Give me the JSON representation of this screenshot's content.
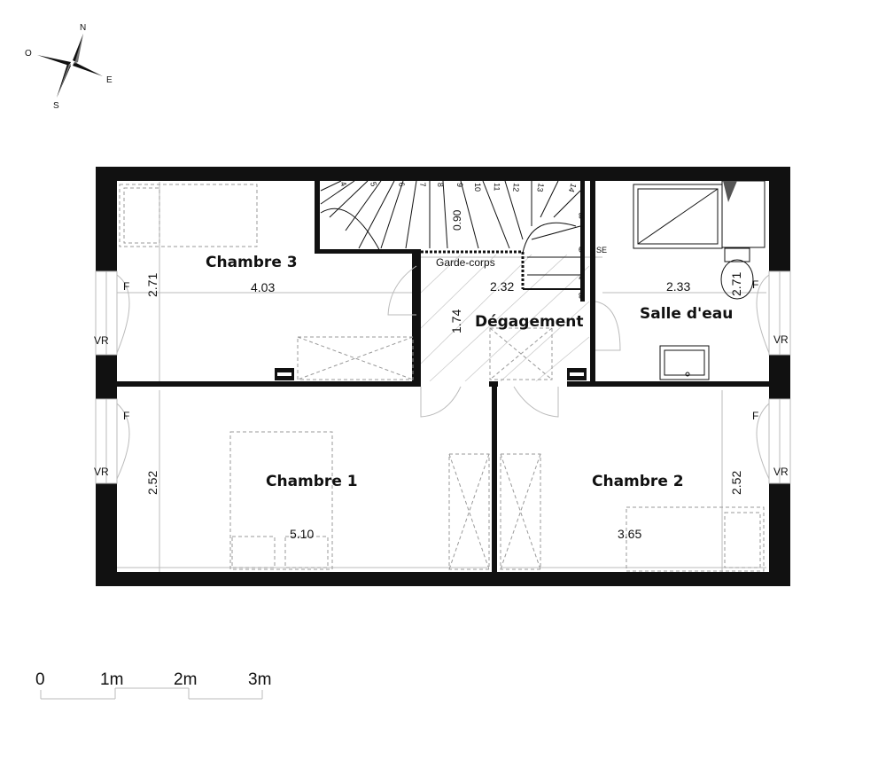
{
  "compass": {
    "north": "N",
    "south": "S",
    "east": "E",
    "west": "O"
  },
  "rooms": {
    "chambre3": {
      "name": "Chambre 3",
      "width": "4.03",
      "depth": "2.71"
    },
    "degagement": {
      "name": "Dégagement",
      "width": "2.32",
      "depth": "1.74",
      "railing": "Garde-corps"
    },
    "salle_eau": {
      "name": "Salle d'eau",
      "width": "2.33",
      "depth": "2.71"
    },
    "chambre1": {
      "name": "Chambre 1",
      "width": "5.10",
      "depth": "2.52"
    },
    "chambre2": {
      "name": "Chambre 2",
      "width": "3.65",
      "depth": "2.52"
    }
  },
  "stair": {
    "width": "0.90",
    "steps": [
      "4",
      "5",
      "6",
      "7",
      "8",
      "9",
      "10",
      "11",
      "12",
      "13",
      "14",
      "3",
      "9",
      "7",
      "8"
    ],
    "se_label": "SE"
  },
  "windows": {
    "fixed": "F",
    "shutter": "VR"
  },
  "scale": {
    "labels": [
      "0",
      "1m",
      "2m",
      "3m"
    ]
  }
}
